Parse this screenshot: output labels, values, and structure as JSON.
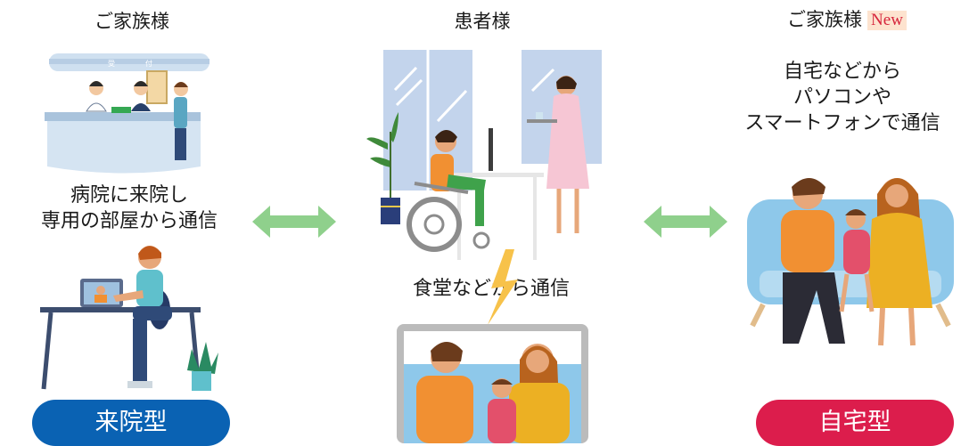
{
  "left": {
    "heading": "ご家族様",
    "desc_line1": "病院に来院し",
    "desc_line2": "専用の部屋から通信",
    "reception_sign_1": "受",
    "reception_sign_2": "付",
    "badge_label": "来院型"
  },
  "center": {
    "heading": "患者様",
    "desc": "食堂などから通信"
  },
  "right": {
    "heading": "ご家族様",
    "new_badge": "New",
    "desc_line1": "自宅などから",
    "desc_line2": "パソコンや",
    "desc_line3": "スマートフォンで通信",
    "badge_label": "自宅型"
  },
  "colors": {
    "visit_badge": "#0a62b3",
    "home_badge": "#dc1d4c",
    "arrow": "#8fd08c",
    "window": "#c3d4ec",
    "sofa": "#8ec8ea"
  }
}
